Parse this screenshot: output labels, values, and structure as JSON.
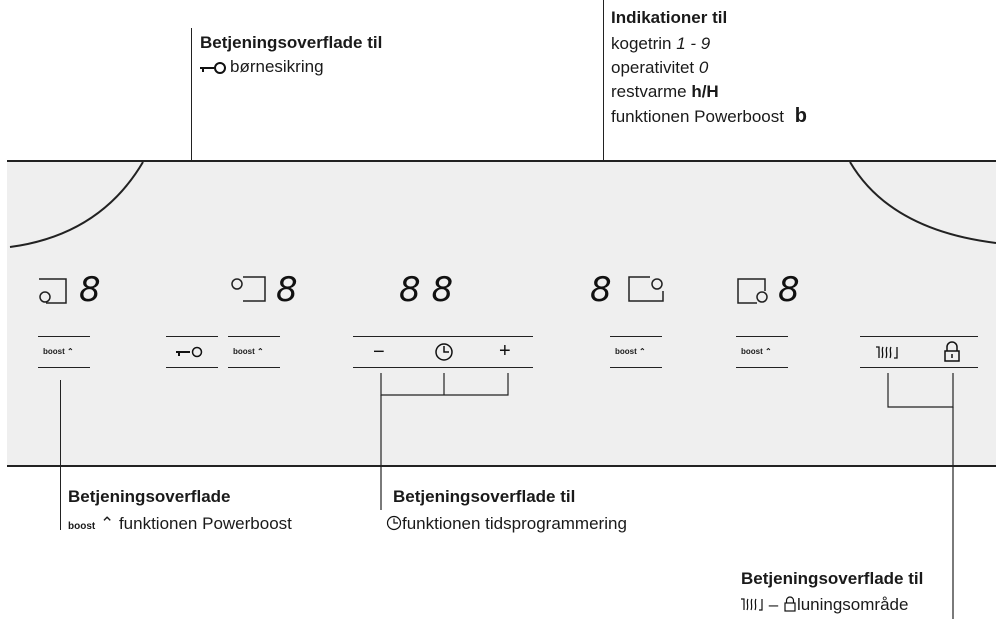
{
  "callouts": {
    "child_lock": {
      "title": "Betjeningsoverflade til",
      "line1": "børnesikring"
    },
    "indications": {
      "title": "Indikationer til",
      "l1": "kogetrin",
      "l1_val": "1 - 9",
      "l2": "operativitet",
      "l2_val": "0",
      "l3": "restvarme",
      "l3_val": "h/H",
      "l4": "funktionen Powerboost",
      "l4_val": "b"
    },
    "boost": {
      "title": "Betjeningsoverflade",
      "prefix": "boost",
      "text": "funktionen Powerboost"
    },
    "timer": {
      "title": "Betjeningsoverflade til",
      "text": "funktionen tidsprogrammering"
    },
    "warm": {
      "title": "Betjeningsoverflade til",
      "text": "luningsområde",
      "dash": "–"
    }
  },
  "panel": {
    "digit": "8",
    "timer_digits": "8 8",
    "boost_label": "boost",
    "minus": "−",
    "plus": "+"
  },
  "colors": {
    "panel": "#efefef",
    "line": "#222222"
  }
}
